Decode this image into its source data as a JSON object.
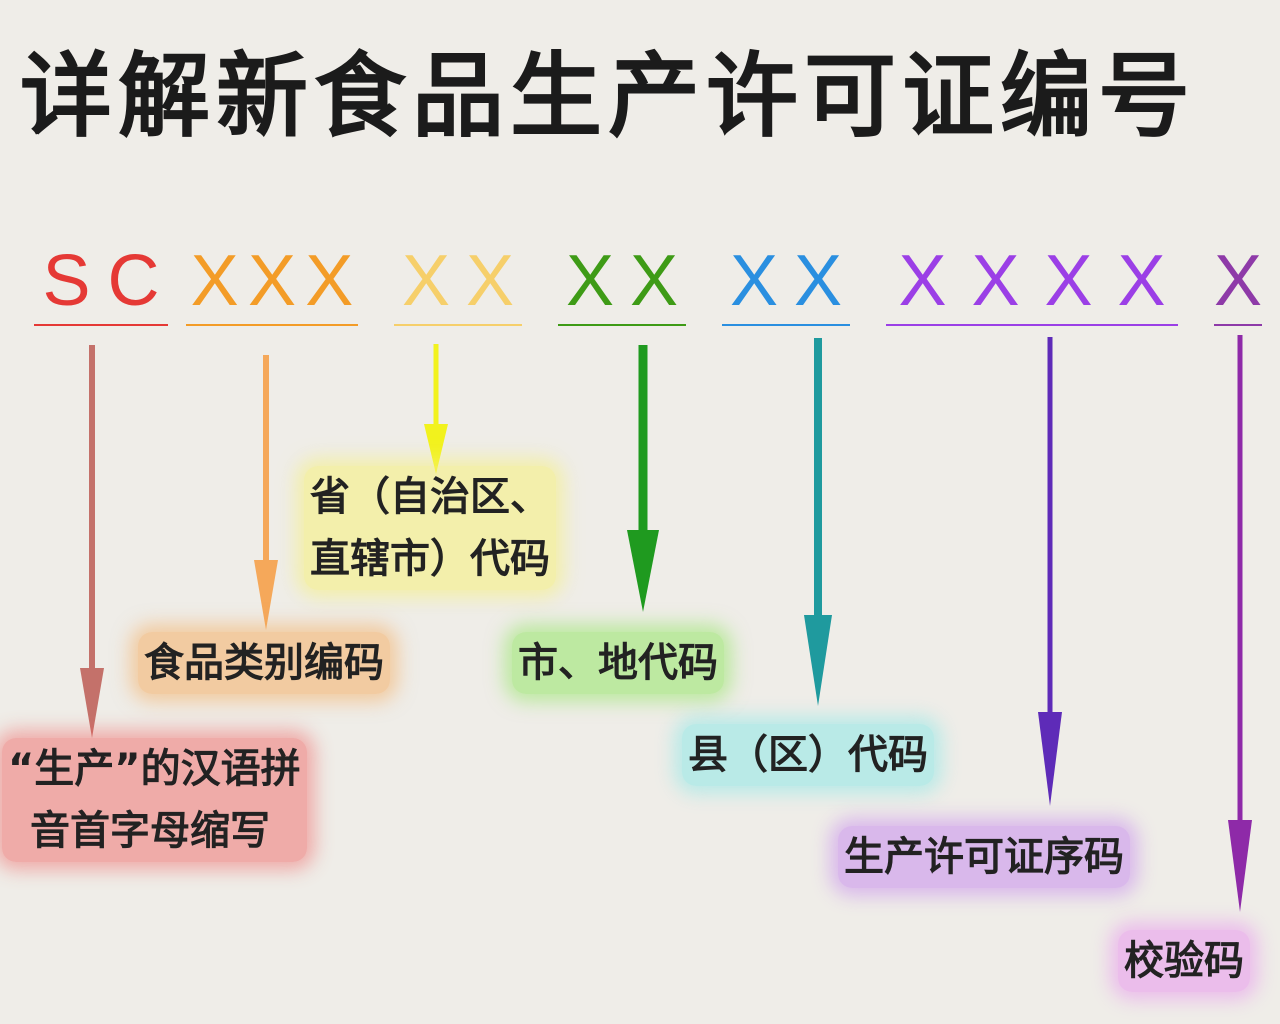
{
  "title": "详解新食品生产许可证编号",
  "segments": [
    {
      "id": "sc",
      "chars": [
        "S",
        "C"
      ],
      "color": "#e53935"
    },
    {
      "id": "category",
      "chars": [
        "X",
        "X",
        "X"
      ],
      "color": "#f39c27"
    },
    {
      "id": "province",
      "chars": [
        "X",
        "X"
      ],
      "color": "#f6cf6a"
    },
    {
      "id": "city",
      "chars": [
        "X",
        "X"
      ],
      "color": "#3e9b16"
    },
    {
      "id": "county",
      "chars": [
        "X",
        "X"
      ],
      "color": "#2a8fe0"
    },
    {
      "id": "serial",
      "chars": [
        "X",
        "X",
        "X",
        "X"
      ],
      "color": "#9b3fe6"
    },
    {
      "id": "check",
      "chars": [
        "X"
      ],
      "color": "#8e3aa8"
    }
  ],
  "labels": {
    "sc": {
      "lines": [
        "“生产”的汉语拼",
        "音首字母缩写"
      ],
      "glow": "rgba(240,90,90,0.55)"
    },
    "category": {
      "lines": [
        "食品类别编码"
      ],
      "glow": "rgba(245,170,90,0.55)"
    },
    "province": {
      "lines": [
        "省（自治区、",
        "直辖市）代码"
      ],
      "glow": "rgba(245,240,120,0.6)"
    },
    "city": {
      "lines": [
        "市、地代码"
      ],
      "glow": "rgba(140,230,90,0.55)"
    },
    "county": {
      "lines": [
        "县（区）代码"
      ],
      "glow": "rgba(120,230,230,0.5)"
    },
    "serial": {
      "lines": [
        "生产许可证序码"
      ],
      "glow": "rgba(190,120,240,0.5)"
    },
    "check": {
      "lines": [
        "校验码"
      ],
      "glow": "rgba(230,130,240,0.5)"
    }
  },
  "arrow_colors": {
    "sc": "#c4716a",
    "category": "#f5a85a",
    "province": "#f2f21d",
    "city": "#1f9a1f",
    "county": "#1f9a9e",
    "serial": "#5e2bb8",
    "check": "#8e2aa8"
  }
}
